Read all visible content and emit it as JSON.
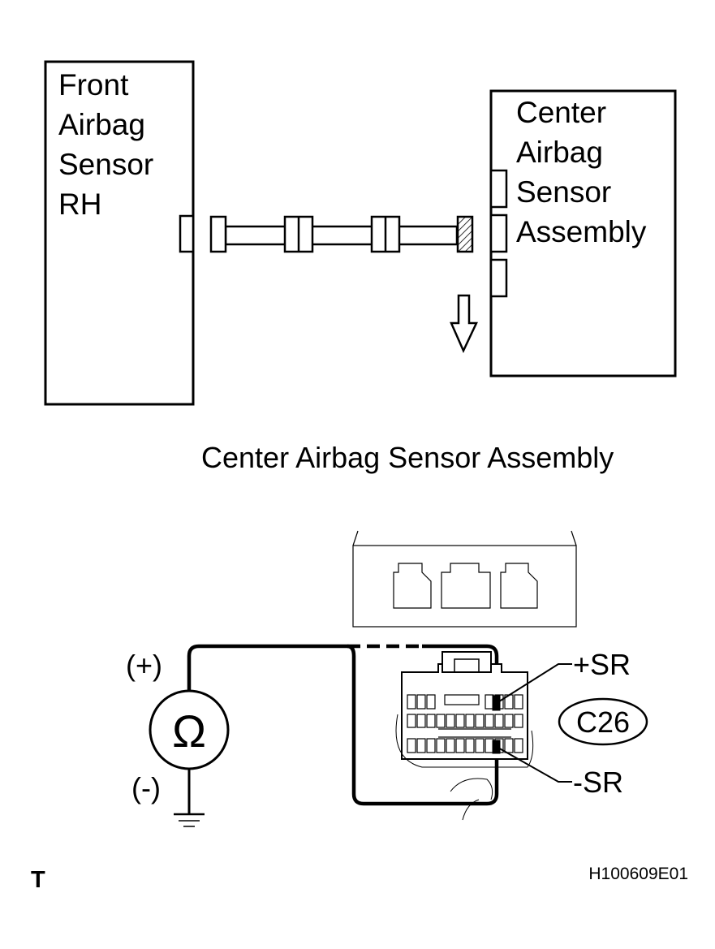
{
  "front_sensor": {
    "lines": [
      "Front",
      "Airbag",
      "Sensor",
      "RH"
    ]
  },
  "center_sensor": {
    "lines": [
      "Center",
      "Airbag",
      "Sensor",
      "Assembly"
    ]
  },
  "connector_view_title": "Center Airbag Sensor Assembly",
  "meter": {
    "plus_label": "(+)",
    "minus_label": "(-)",
    "symbol": "Ω"
  },
  "terminals": {
    "plus": "+SR",
    "minus": "-SR"
  },
  "connector_code": "C26",
  "footer": {
    "left_mark": "T",
    "figure_id": "H100609E01"
  },
  "colors": {
    "line": "#000000",
    "background": "#ffffff"
  }
}
